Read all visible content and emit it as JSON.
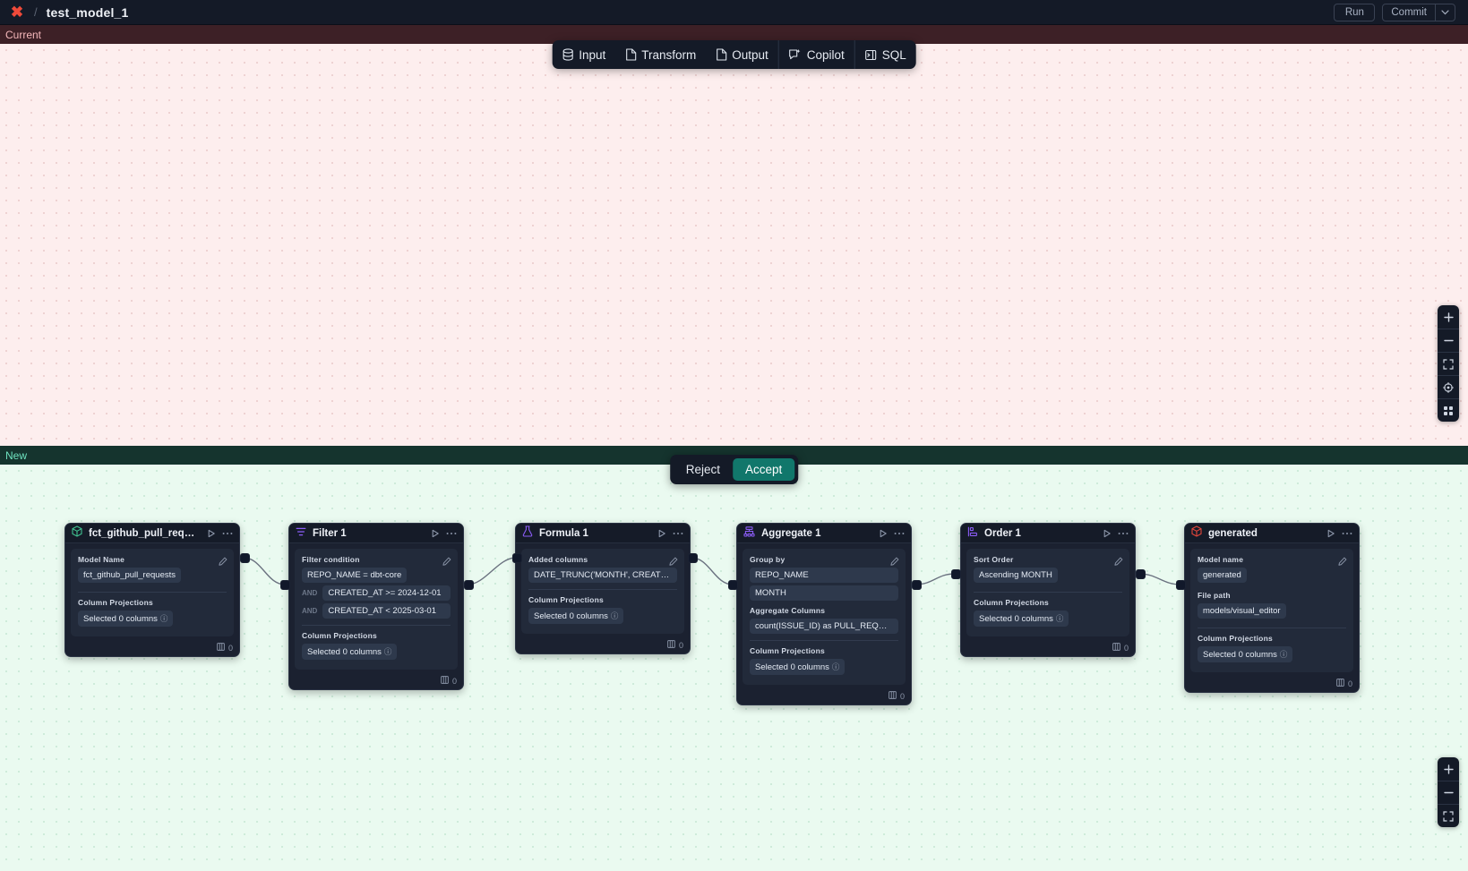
{
  "topbar": {
    "logo_icon": "wrench-x-logo-icon",
    "separator": "/",
    "title": "test_model_1",
    "run_label": "Run",
    "commit_label": "Commit",
    "commit_caret_icon": "chevron-down-icon"
  },
  "tooltabs": [
    {
      "label": "Input",
      "icon": "database-icon"
    },
    {
      "label": "Transform",
      "icon": "document-icon"
    },
    {
      "label": "Output",
      "icon": "document-icon"
    },
    {
      "label": "Copilot",
      "icon": "copilot-sparkle-icon"
    },
    {
      "label": "SQL",
      "icon": "sql-panel-icon"
    }
  ],
  "panes": {
    "current_label": "Current",
    "new_label": "New"
  },
  "decide": {
    "reject_label": "Reject",
    "accept_label": "Accept"
  },
  "zoom_controls_top": [
    {
      "icon": "zoom-in-icon"
    },
    {
      "icon": "zoom-out-icon"
    },
    {
      "icon": "fit-to-screen-icon"
    },
    {
      "icon": "recenter-target-icon"
    },
    {
      "icon": "grid-layout-icon"
    }
  ],
  "zoom_controls_bottom": [
    {
      "icon": "zoom-in-icon"
    },
    {
      "icon": "zoom-out-icon"
    },
    {
      "icon": "fit-to-screen-icon"
    }
  ],
  "colors": {
    "current_pane_bg": "#fdeeee",
    "current_label_bg": "#3d2026",
    "current_label_text": "#f5b8bb",
    "new_pane_bg": "#eafaf0",
    "new_label_bg": "#15342e",
    "new_label_text": "#6fe3c0",
    "accept_button": "#11776b",
    "logo_red": "#ef4a3a",
    "node_bg": "#1b2130",
    "node_body_bg": "#222a3a",
    "chip_bg": "#2e394c"
  },
  "nodes": [
    {
      "id": "source",
      "title": "fct_github_pull_requests",
      "icon": "cube-model-icon",
      "icon_color": "#3fbf8f",
      "run_icon": "play-icon",
      "menu_icon": "more-horizontal-icon",
      "edit_icon": "pencil-icon",
      "fields": [
        {
          "label": "Model Name",
          "chips": [
            "fct_github_pull_requests"
          ]
        },
        {
          "label": "Column Projections",
          "chips": [
            "Selected 0 columns"
          ],
          "info": true
        }
      ],
      "footer_icon": "columns-icon",
      "footer_count": "0"
    },
    {
      "id": "filter1",
      "title": "Filter 1",
      "icon": "filter-icon",
      "icon_color": "#8b5cf6",
      "run_icon": "play-icon",
      "menu_icon": "more-horizontal-icon",
      "edit_icon": "pencil-icon",
      "fields": [
        {
          "label": "Filter condition",
          "conditions": [
            {
              "keyword": "",
              "text": "REPO_NAME = dbt-core"
            },
            {
              "keyword": "AND",
              "text": "CREATED_AT >= 2024-12-01"
            },
            {
              "keyword": "AND",
              "text": "CREATED_AT < 2025-03-01"
            }
          ]
        },
        {
          "label": "Column Projections",
          "chips": [
            "Selected 0 columns"
          ],
          "info": true
        }
      ],
      "footer_icon": "columns-icon",
      "footer_count": "0"
    },
    {
      "id": "formula1",
      "title": "Formula 1",
      "icon": "flask-formula-icon",
      "icon_color": "#8b5cf6",
      "run_icon": "play-icon",
      "menu_icon": "more-horizontal-icon",
      "edit_icon": "pencil-icon",
      "fields": [
        {
          "label": "Added columns",
          "chips": [
            "DATE_TRUNC('MONTH', CREATED_AT..."
          ]
        },
        {
          "label": "Column Projections",
          "chips": [
            "Selected 0 columns"
          ],
          "info": true
        }
      ],
      "footer_icon": "columns-icon",
      "footer_count": "0"
    },
    {
      "id": "aggregate1",
      "title": "Aggregate 1",
      "icon": "aggregate-icon",
      "icon_color": "#8b5cf6",
      "run_icon": "play-icon",
      "menu_icon": "more-horizontal-icon",
      "edit_icon": "pencil-icon",
      "fields": [
        {
          "label": "Group by",
          "chips": [
            "REPO_NAME",
            "MONTH"
          ]
        },
        {
          "label": "Aggregate Columns",
          "chips": [
            "count(ISSUE_ID) as PULL_REQUEST_..."
          ]
        },
        {
          "label": "Column Projections",
          "chips": [
            "Selected 0 columns"
          ],
          "info": true
        }
      ],
      "footer_icon": "columns-icon",
      "footer_count": "0"
    },
    {
      "id": "order1",
      "title": "Order 1",
      "icon": "sort-order-icon",
      "icon_color": "#8b5cf6",
      "run_icon": "play-icon",
      "menu_icon": "more-horizontal-icon",
      "edit_icon": "pencil-icon",
      "fields": [
        {
          "label": "Sort Order",
          "chips": [
            "Ascending MONTH"
          ]
        },
        {
          "label": "Column Projections",
          "chips": [
            "Selected 0 columns"
          ],
          "info": true
        }
      ],
      "footer_icon": "columns-icon",
      "footer_count": "0"
    },
    {
      "id": "generated",
      "title": "generated",
      "icon": "cube-model-icon",
      "icon_color": "#e2453a",
      "run_icon": "play-icon",
      "menu_icon": "more-horizontal-icon",
      "edit_icon": "pencil-icon",
      "fields": [
        {
          "label": "Model name",
          "chips": [
            "generated"
          ]
        },
        {
          "label": "File path",
          "chips": [
            "models/visual_editor"
          ]
        },
        {
          "label": "Column Projections",
          "chips": [
            "Selected 0 columns"
          ],
          "info": true
        }
      ],
      "footer_icon": "columns-icon",
      "footer_count": "0"
    }
  ]
}
